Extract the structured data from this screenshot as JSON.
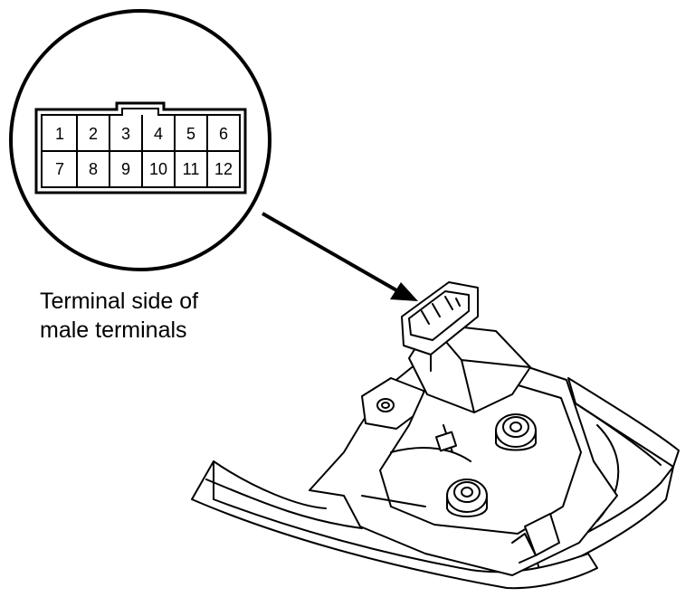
{
  "connector": {
    "pins_row1": [
      "1",
      "2",
      "3",
      "4",
      "5",
      "6"
    ],
    "pins_row2": [
      "7",
      "8",
      "9",
      "10",
      "11",
      "12"
    ]
  },
  "caption": {
    "line1": "Terminal side of",
    "line2": "male terminals"
  }
}
